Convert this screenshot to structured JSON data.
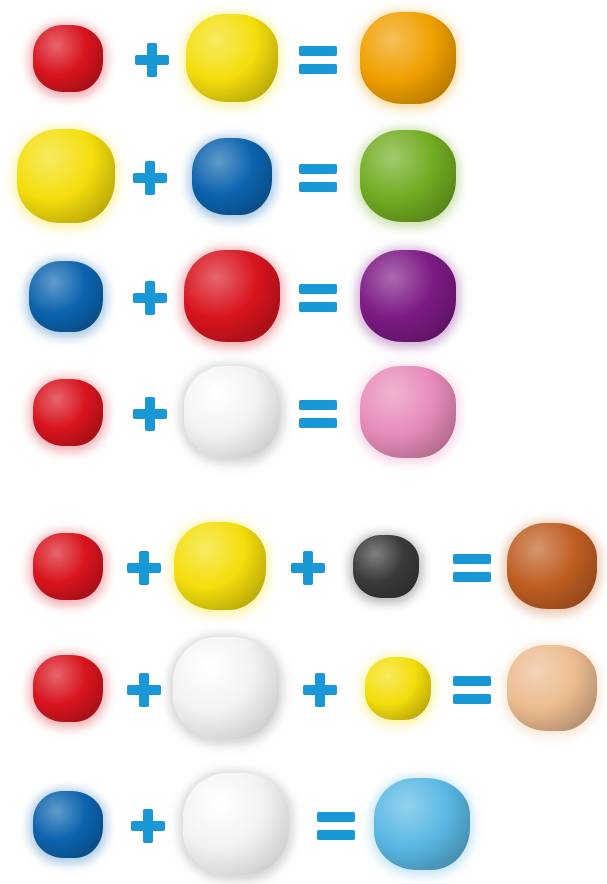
{
  "colors": {
    "red": "#d8141e",
    "yellow": "#f4de0c",
    "blue": "#0c63ae",
    "white": "#f2f2f2",
    "black": "#3a3a3a",
    "orange": "#f0a000",
    "green": "#72ac22",
    "purple": "#7c1a84",
    "pink": "#e88cba",
    "brown": "#bf5e22",
    "peach": "#ecbc90",
    "light_blue": "#5ab8e4",
    "symbol": "#1998d8"
  },
  "equations": [
    {
      "inputs": [
        "red",
        "yellow"
      ],
      "result": "orange"
    },
    {
      "inputs": [
        "yellow",
        "blue"
      ],
      "result": "green"
    },
    {
      "inputs": [
        "blue",
        "red"
      ],
      "result": "purple"
    },
    {
      "inputs": [
        "red",
        "white"
      ],
      "result": "pink"
    },
    {
      "inputs": [
        "red",
        "yellow",
        "black"
      ],
      "result": "brown"
    },
    {
      "inputs": [
        "red",
        "white",
        "yellow"
      ],
      "result": "peach"
    },
    {
      "inputs": [
        "blue",
        "white"
      ],
      "result": "light_blue"
    }
  ]
}
